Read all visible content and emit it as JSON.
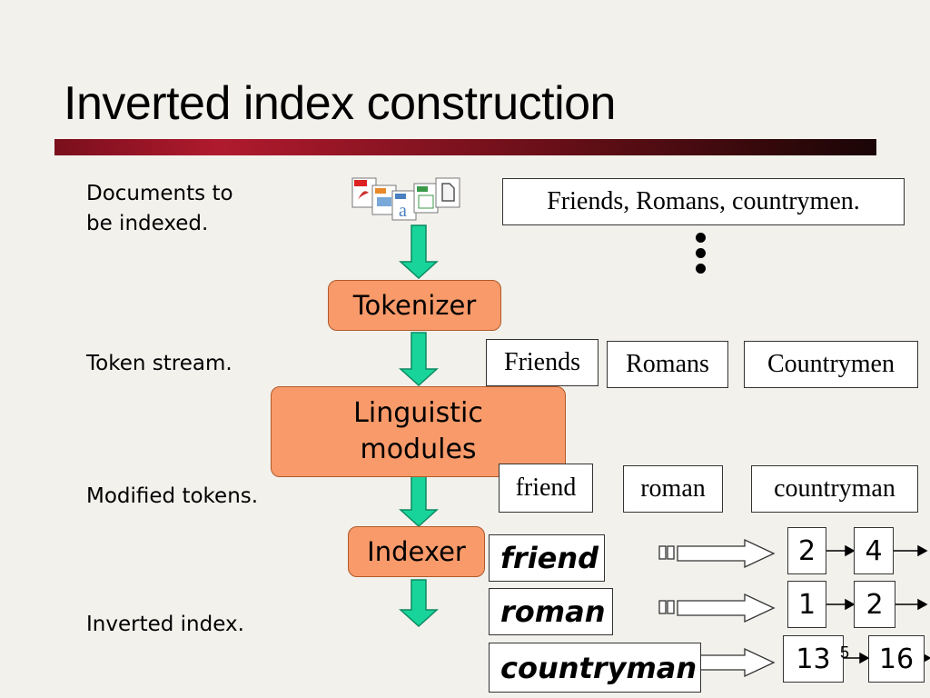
{
  "slide": {
    "title": "Inverted index construction",
    "page_number": "5",
    "accent_color": "#9b1324"
  },
  "stages": {
    "documents_label": "Documents to\nbe indexed.",
    "token_stream_label": "Token stream.",
    "modified_tokens_label": "Modified tokens.",
    "inverted_index_label": "Inverted index."
  },
  "processors": {
    "tokenizer": "Tokenizer",
    "linguistic": "Linguistic modules",
    "indexer": "Indexer",
    "fill_color": "#f99a6a",
    "arrow_color": "#19d49a"
  },
  "document_text": "Friends, Romans, countrymen.",
  "tokens": [
    "Friends",
    "Romans",
    "Countrymen"
  ],
  "modified_tokens": [
    "friend",
    "roman",
    "countryman"
  ],
  "index": [
    {
      "term": "friend",
      "postings": [
        "2",
        "4"
      ]
    },
    {
      "term": "roman",
      "postings": [
        "1",
        "2"
      ]
    },
    {
      "term": "countryman",
      "postings": [
        "13",
        "16"
      ]
    }
  ],
  "icons": [
    "pdf-document-icon",
    "presentation-document-icon",
    "text-document-icon",
    "spreadsheet-document-icon",
    "generic-document-icon"
  ]
}
